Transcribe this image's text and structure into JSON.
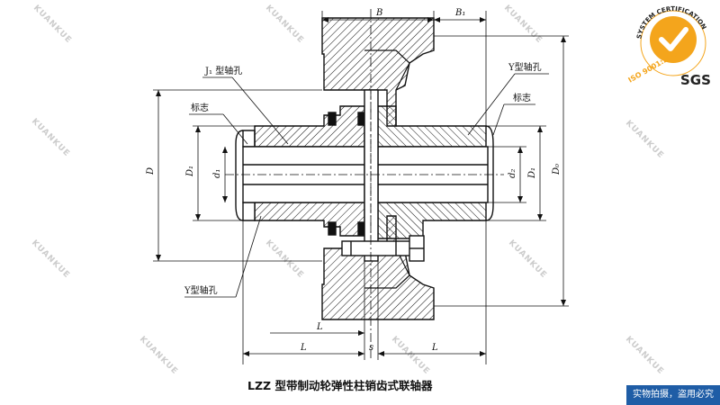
{
  "caption": "LZZ 型带制动轮弹性柱销齿式联轴器",
  "labels": {
    "j1_hole": "J₁ 型轴孔",
    "y_hole_right": "Y型轴孔",
    "y_hole_left": "Y型轴孔",
    "mark_left": "标志",
    "mark_right": "标志"
  },
  "dims": {
    "B": "B",
    "B1": "B₁",
    "D": "D",
    "D1_left": "D₁",
    "d1": "d₁",
    "d2": "d₂",
    "D1_right": "D₁",
    "D0": "D₀",
    "L_top": "L",
    "L_left": "L",
    "s": "s",
    "L_right": "L"
  },
  "watermark_text": "KUANKUE",
  "cert": {
    "ring_text": "SYSTEM CERTIFICATION",
    "iso_text": "ISO 9001:2000",
    "brand": "SGS"
  },
  "notice": "实物拍摄，盗用必究",
  "colors": {
    "accent": "#f4a51c",
    "notice_bg": "#1f5da6",
    "line": "#111111"
  }
}
